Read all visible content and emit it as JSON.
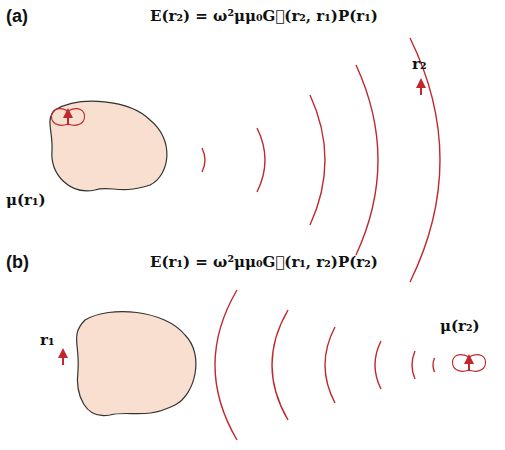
{
  "diagram": {
    "labels": [
      "(a)",
      "E(r₂) = ω²μμ₀G⃡(r₂, r₁)P(r₁)",
      "μ(r₁)",
      "r₂",
      "(b)",
      "E(r₁) = ω²μμ₀G⃡(r₁, r₂)P(r₂)",
      "r₁",
      "μ(r₂)"
    ]
  }
}
